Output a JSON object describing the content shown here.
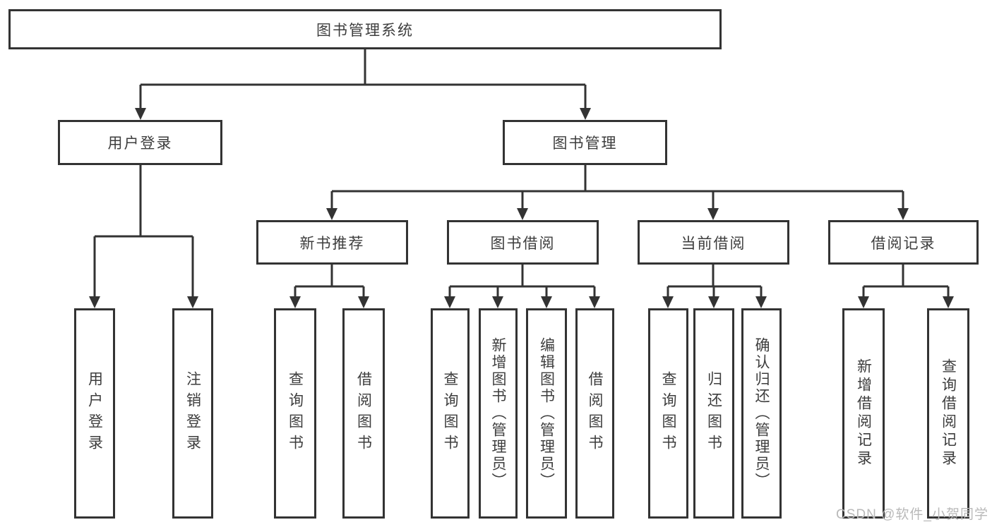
{
  "diagram": {
    "root": {
      "label": "图书管理系统"
    },
    "user_login": {
      "label": "用户登录",
      "children": [
        "用户登录",
        "注销登录"
      ]
    },
    "book_management": {
      "label": "图书管理"
    },
    "new_book_recommend": {
      "label": "新书推荐",
      "children": [
        "查询图书",
        "借阅图书"
      ]
    },
    "book_borrowing": {
      "label": "图书借阅",
      "children": [
        "查询图书",
        "新增图书（管理员）",
        "编辑图书（管理员）",
        "借阅图书"
      ]
    },
    "current_borrowing": {
      "label": "当前借阅",
      "children": [
        "查询图书",
        "归还图书",
        "确认归还（管理员）"
      ]
    },
    "borrowing_records": {
      "label": "借阅记录",
      "children": [
        "新增借阅记录",
        "查询借阅记录"
      ]
    },
    "colors": {
      "line": "#333333",
      "text": "#3d3d3d",
      "box_background": "#ffffff",
      "watermark": "#b9b9b9"
    }
  },
  "watermark": {
    "text": "CSDN @软件_小贺同学"
  }
}
